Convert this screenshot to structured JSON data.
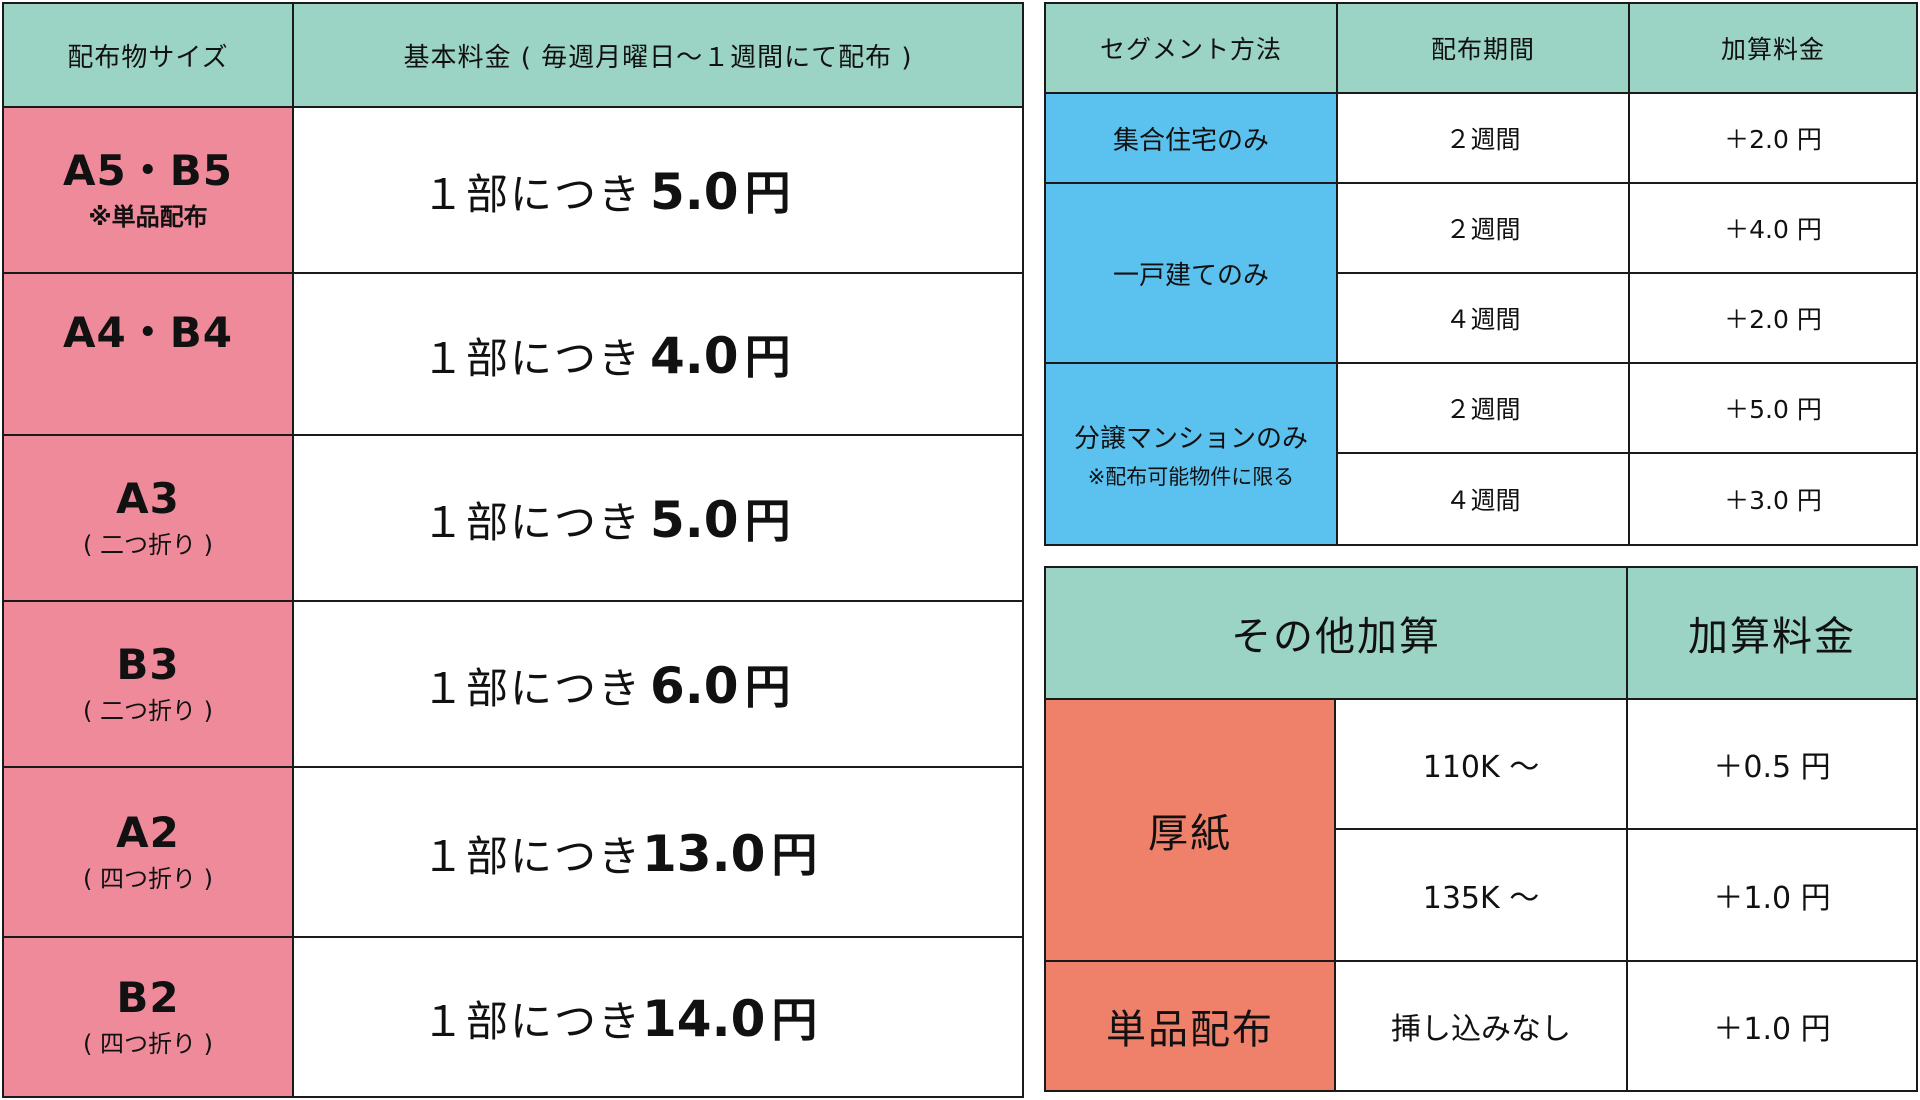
{
  "price_table": {
    "headers": [
      "配布物サイズ",
      "基本料金 ( 毎週月曜日〜１週間にて配布 )"
    ],
    "rows": [
      {
        "size": "A5・B5",
        "note": "※単品配布",
        "prefix": "１部につき",
        "value": "5.0",
        "unit": "円"
      },
      {
        "size": "A4・B4",
        "note": "",
        "prefix": "１部につき",
        "value": "4.0",
        "unit": "円"
      },
      {
        "size": "A3",
        "note": "( 二つ折り )",
        "prefix": "１部につき",
        "value": "5.0",
        "unit": "円"
      },
      {
        "size": "B3",
        "note": "( 二つ折り )",
        "prefix": "１部につき",
        "value": "6.0",
        "unit": "円"
      },
      {
        "size": "A2",
        "note": "( 四つ折り )",
        "prefix": "１部につき",
        "value": "13.0",
        "unit": "円"
      },
      {
        "size": "B2",
        "note": "( 四つ折り )",
        "prefix": "１部につき",
        "value": "14.0",
        "unit": "円"
      }
    ]
  },
  "segment_table": {
    "headers": [
      "セグメント方法",
      "配布期間",
      "加算料金"
    ],
    "groups": [
      {
        "name": "集合住宅のみ",
        "note": "",
        "rows": [
          {
            "period": "２週間",
            "fee": "＋2.0 円"
          }
        ]
      },
      {
        "name": "一戸建てのみ",
        "note": "",
        "rows": [
          {
            "period": "２週間",
            "fee": "＋4.0 円"
          },
          {
            "period": "４週間",
            "fee": "＋2.0 円"
          }
        ]
      },
      {
        "name": "分譲マンションのみ",
        "note": "※配布可能物件に限る",
        "rows": [
          {
            "period": "２週間",
            "fee": "＋5.0 円"
          },
          {
            "period": "４週間",
            "fee": "＋3.0 円"
          }
        ]
      }
    ]
  },
  "extra_table": {
    "headers": [
      "その他加算",
      "加算料金"
    ],
    "groups": [
      {
        "name": "厚紙",
        "rows": [
          {
            "label": "110K 〜",
            "fee": "＋0.5 円"
          },
          {
            "label": "135K 〜",
            "fee": "＋1.0 円"
          }
        ]
      },
      {
        "name": "単品配布",
        "rows": [
          {
            "label": "挿し込みなし",
            "fee": "＋1.0 円"
          }
        ]
      }
    ]
  },
  "colors": {
    "header": "#9bd3c4",
    "size_cell": "#ef8a9b",
    "segment_cell": "#5bc1ef",
    "extra_cell": "#ef806a"
  }
}
